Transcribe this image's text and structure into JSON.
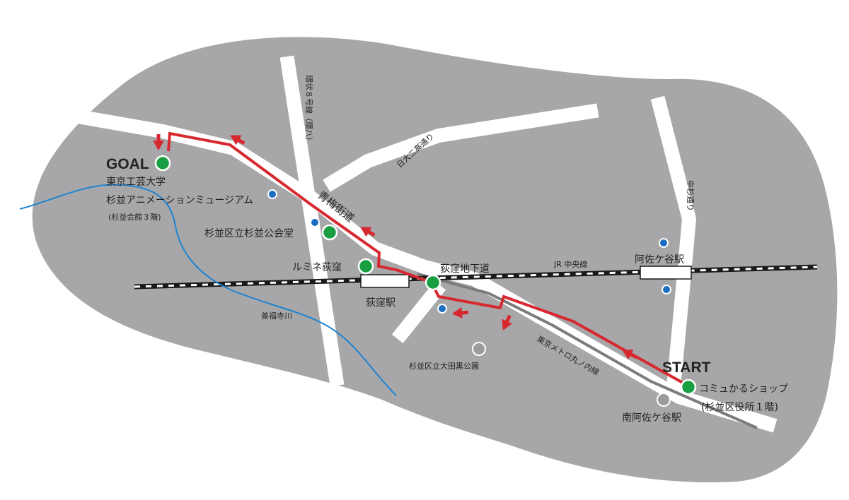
{
  "colors": {
    "background": "#ffffff",
    "land": "#a7a7a9",
    "road": "#ffffff",
    "route": "#d7282f",
    "river": "#1e83d0",
    "poi_green": "#1a9e42",
    "poi_blue": "#1b6fc2",
    "poi_gray": "#9b9b9b",
    "rail_dark": "#1a1a1a",
    "metro": "#7c7c7e"
  },
  "icons": {
    "route_arrow": "arrow-icon",
    "spot": "circle-marker-icon"
  },
  "labels": {
    "goal": "GOAL",
    "goal_name": "東京工芸大学",
    "goal_name2": "杉並アニメーションミュージアム",
    "goal_note": "(杉並会館３階)",
    "start": "START",
    "start_name": "コミュかるショップ",
    "start_note": "(杉並区役所１階)",
    "kanpachi": "環状８号線（環八）",
    "nichidai": "日大二高通り",
    "nakasugi": "中杉通り",
    "ome": "青梅街道",
    "koukaido": "杉並区立杉並公会堂",
    "lumine": "ルミネ荻窪",
    "chikado": "荻窪地下道",
    "jr_line": "JR 中央線",
    "asagaya_station": "阿佐ケ谷駅",
    "ogikubo_station": "荻窪駅",
    "zenpukuji": "善福寺川",
    "otaguro": "杉並区立大田黒公園",
    "marunouchi": "東京メトロ丸ノ内線",
    "minami_asagaya": "南阿佐ケ谷駅"
  }
}
